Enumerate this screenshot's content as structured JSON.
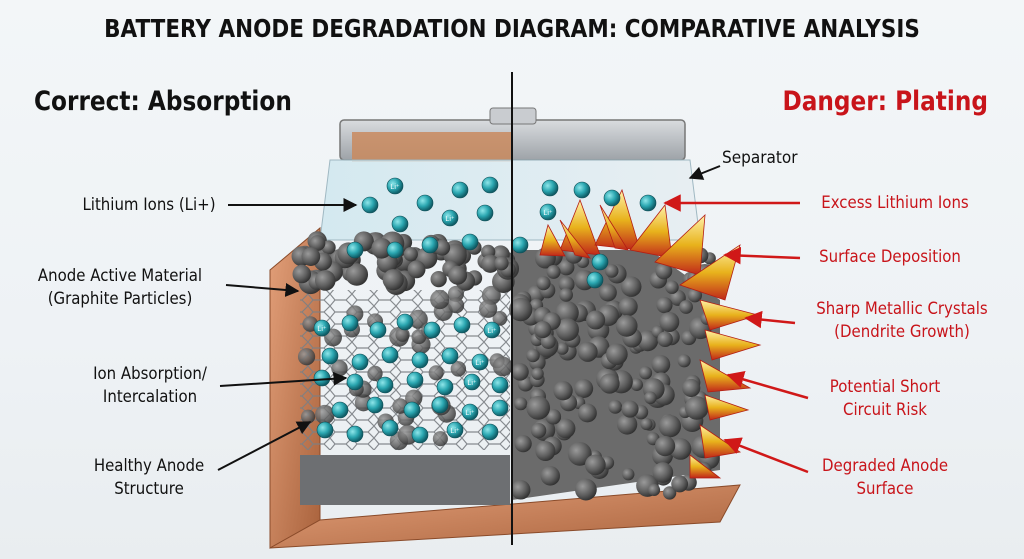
{
  "title": "BATTERY ANODE DEGRADATION DIAGRAM: COMPARATIVE ANALYSIS",
  "left_heading": "Correct: Absorption",
  "right_heading": "Danger: Plating",
  "left_labels": {
    "lithium_ions": "Lithium Ions (Li+)",
    "anode_material_line1": "Anode Active Material",
    "anode_material_line2": "(Graphite Particles)",
    "ion_absorption_line1": "Ion Absorption/",
    "ion_absorption_line2": "Intercalation",
    "healthy_anode_line1": "Healthy Anode",
    "healthy_anode_line2": "Structure"
  },
  "right_labels": {
    "separator": "Separator",
    "excess_ions": "Excess Lithium Ions",
    "surface_deposition": "Surface Deposition",
    "sharp_crystals_line1": "Sharp Metallic Crystals",
    "sharp_crystals_line2": "(Dendrite Growth)",
    "short_circuit_line1": "Potential Short",
    "short_circuit_line2": "Circuit Risk",
    "degraded_line1": "Degraded Anode",
    "degraded_line2": "Surface"
  },
  "ion_symbol": "Li⁺",
  "colors": {
    "danger": "#c8141a",
    "ion": "#2aa6b0",
    "graphite": "#6b6b6b",
    "copper": "#c8825a",
    "dendrite": "#e8b21c"
  }
}
